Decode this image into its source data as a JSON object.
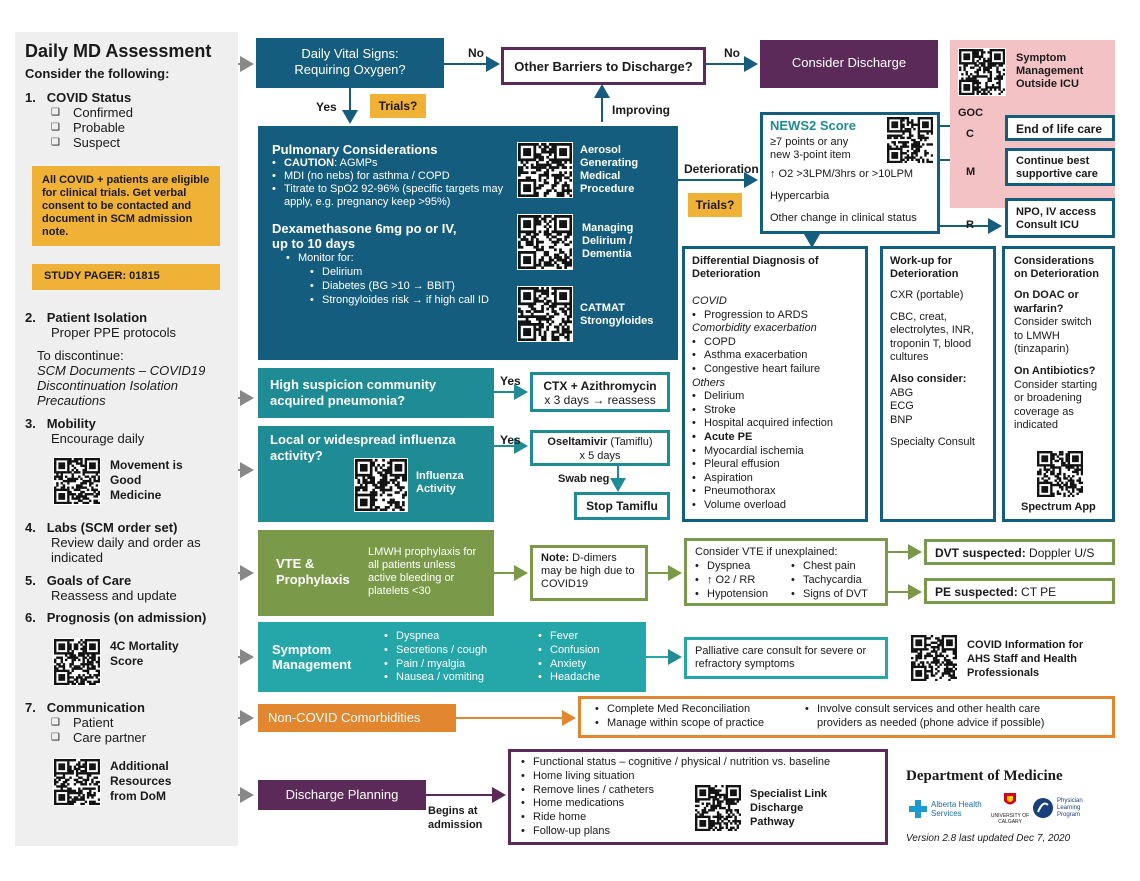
{
  "sidebar": {
    "title": "Daily MD Assessment",
    "subtitle": "Consider the following:",
    "s1_num": "1.",
    "s1_title": "COVID Status",
    "s1_items": [
      "Confirmed",
      "Probable",
      "Suspect"
    ],
    "trial_note": "All COVID + patients are eligible for clinical trials. Get verbal consent to be contacted and document in SCM admission note.",
    "pager": "STUDY PAGER: 01815",
    "s2_num": "2.",
    "s2_title": "Patient Isolation",
    "s2_text": "Proper PPE protocols",
    "s2_disc_label": "To discontinue:",
    "s2_disc_text": "SCM Documents – COVID19 Discontinuation Isolation Precautions",
    "s3_num": "3.",
    "s3_title": "Mobility",
    "s3_text": "Encourage daily",
    "s3_qr_label": "Movement is Good Medicine",
    "s4_num": "4.",
    "s4_title": "Labs (SCM order set)",
    "s4_text": "Review daily and order as indicated",
    "s5_num": "5.",
    "s5_title": "Goals of Care",
    "s5_text": "Reassess and update",
    "s6_num": "6.",
    "s6_title": "Prognosis (on admission)",
    "s6_qr_label": "4C Mortality Score",
    "s7_num": "7.",
    "s7_title": "Communication",
    "s7_items": [
      "Patient",
      "Care partner"
    ],
    "s7_qr_label": "Additional Resources from DoM"
  },
  "flow": {
    "vital_signs": "Daily Vital Signs: Requiring Oxygen?",
    "no1": "No",
    "no2": "No",
    "yes1": "Yes",
    "trials1": "Trials?",
    "barriers": "Other Barriers to Discharge?",
    "consider_discharge": "Consider Discharge",
    "improving": "Improving",
    "deterioration": "Deterioration",
    "trials2": "Trials?",
    "symptom_mgmt_icu": "Symptom Management Outside ICU",
    "goc": "GOC",
    "goc_c": "C",
    "goc_m": "M",
    "goc_r": "R",
    "end_of_life": "End of life care",
    "best_supportive": "Continue best supportive care",
    "npo_icu": "NPO, IV access Consult ICU"
  },
  "pulmonary": {
    "title": "Pulmonary Considerations",
    "caution_b": "CAUTION",
    "caution_t": ": AGMPs",
    "items": [
      "MDI (no nebs) for asthma / COPD",
      "Titrate to SpO2 92-96% (specific targets may apply, e.g. pregnancy keep >95%)"
    ],
    "dex_title": "Dexamethasone 6mg po or IV, up to 10 days",
    "monitor": "Monitor for:",
    "monitor_items": [
      "Delirium",
      "Diabetes (BG >10 → BBIT)",
      "Strongyloides risk → if high call ID"
    ],
    "qr1": "Aerosol Generating Medical Procedure",
    "qr2": "Managing Delirium / Dementia",
    "qr3": "CATMAT Strongyloides"
  },
  "news2": {
    "title": "NEWS2 Score",
    "items": [
      "≥7 points or any new 3-point item",
      "↑ O2 >3LPM/3hrs or >10LPM",
      "Hypercarbia",
      "Other change in clinical status"
    ]
  },
  "ddx": {
    "title": "Differential Diagnosis of Deterioration",
    "covid_label": "COVID",
    "covid_items": [
      "Progression to ARDS"
    ],
    "comorb_label": "Comorbidity exacerbation",
    "comorb_items": [
      "COPD",
      "Asthma exacerbation",
      "Congestive heart failure"
    ],
    "others_label": "Others",
    "others_items": [
      "Delirium",
      "Stroke",
      "Hospital acquired infection",
      "Acute PE",
      "Myocardial ischemia",
      "Pleural effusion",
      "Aspiration",
      "Pneumothorax",
      "Volume overload"
    ]
  },
  "workup": {
    "title": "Work-up for Deterioration",
    "cxr": "CXR (portable)",
    "labs": "CBC, creat, electrolytes, INR, troponin T, blood cultures",
    "also": "Also consider:",
    "also_items": [
      "ABG",
      "ECG",
      "BNP"
    ],
    "specialty": "Specialty Consult"
  },
  "considerations": {
    "title": "Considerations on Deterioration",
    "doac_q": "On DOAC or warfarin?",
    "doac_a": "Consider switch to LMWH (tinzaparin)",
    "abx_q": "On Antibiotics?",
    "abx_a": "Consider starting or broadening coverage as indicated",
    "qr_label": "Spectrum App"
  },
  "cap": {
    "q": "High suspicion community acquired pneumonia?",
    "yes": "Yes",
    "rx_b": "CTX + Azithromycin",
    "rx_t": "x 3 days → reassess"
  },
  "flu": {
    "q": "Local or widespread influenza activity?",
    "yes": "Yes",
    "qr_label": "Influenza Activity",
    "rx_b": "Oseltamivir",
    "rx_b2": " (Tamiflu)",
    "rx_t": "x 5 days",
    "swab": "Swab neg",
    "stop": "Stop Tamiflu"
  },
  "vte": {
    "title": "VTE & Prophylaxis",
    "text": "LMWH prophylaxis for all patients unless active bleeding or platelets <30",
    "note_b": "Note:",
    "note_t": " D-dimers may be high due to COVID19",
    "consider": "Consider VTE if unexplained:",
    "col1": [
      "Dyspnea",
      "↑ O2 / RR",
      "Hypotension"
    ],
    "col2": [
      "Chest pain",
      "Tachycardia",
      "Signs of DVT"
    ],
    "dvt_b": "DVT suspected:",
    "dvt_t": " Doppler U/S",
    "pe_b": "PE suspected:",
    "pe_t": " CT PE"
  },
  "symptom": {
    "title": "Symptom Management",
    "col1": [
      "Dyspnea",
      "Secretions / cough",
      "Pain / myalgia",
      "Nausea / vomiting"
    ],
    "col2": [
      "Fever",
      "Confusion",
      "Anxiety",
      "Headache"
    ],
    "palliative": "Palliative care consult for severe or refractory symptoms",
    "covid_info": "COVID Information for AHS Staff and Health Professionals"
  },
  "noncovid": {
    "title": "Non-COVID Comorbidities",
    "col1": [
      "Complete Med Reconciliation",
      "Manage within scope of practice"
    ],
    "col2": [
      "Involve consult services and other health care providers as needed (phone advice if possible)"
    ]
  },
  "discharge": {
    "title": "Discharge Planning",
    "begins": "Begins at admission",
    "items": [
      "Functional status – cognitive / physical / nutrition vs. baseline",
      "Home living situation",
      "Remove lines / catheters",
      "Home medications",
      "Ride home",
      "Follow-up plans"
    ],
    "qr_label": "Specialist Link Discharge Pathway"
  },
  "footer": {
    "dept": "Department of Medicine",
    "logo1": "Alberta Health Services",
    "logo2": "UNIVERSITY OF CALGARY",
    "logo3": "Physician Learning Program",
    "version": "Version 2.8 last updated Dec 7, 2020"
  },
  "colors": {
    "navy": "#155d7e",
    "teal": "#1f8b95",
    "purple": "#5b2a58",
    "olive": "#7a9a49",
    "orange": "#e2862f",
    "yellow": "#f0b236",
    "pink": "#f2c2c5"
  }
}
